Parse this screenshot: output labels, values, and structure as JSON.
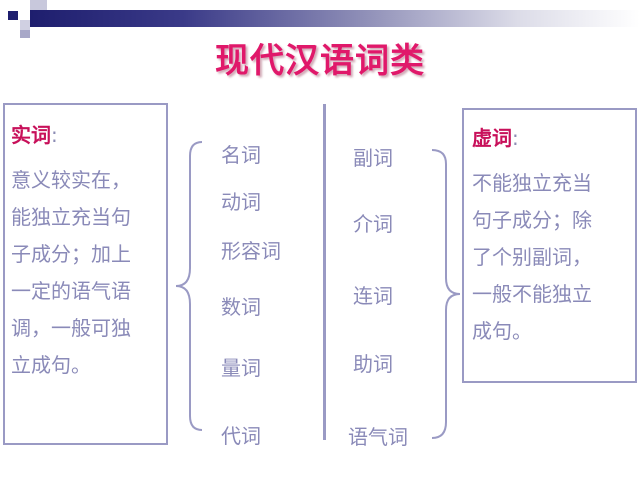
{
  "slide": {
    "title": "现代汉语词类",
    "colors": {
      "title": "#e0186a",
      "heading": "#c8105a",
      "text": "#8a8ab8",
      "border": "#9a9ac4",
      "bar_dark": "#1e1e6e"
    }
  },
  "content_words": {
    "heading": "实词",
    "colon": ":",
    "description_lines": [
      "意义较实在，",
      "能独立充当句",
      "子成分；加上",
      "一定的语气语",
      "调，一般可独",
      "立成句。"
    ],
    "items": [
      "名词",
      "动词",
      "形容词",
      "数词",
      "量词",
      "代词"
    ]
  },
  "function_words": {
    "heading": "虚词",
    "colon": ":",
    "description_lines": [
      "不能独立充当",
      "句子成分；除",
      "了个别副词，",
      "一般不能独立",
      "成句。"
    ],
    "items": [
      "副词",
      "介词",
      "连词",
      "助词",
      "语气词"
    ]
  }
}
